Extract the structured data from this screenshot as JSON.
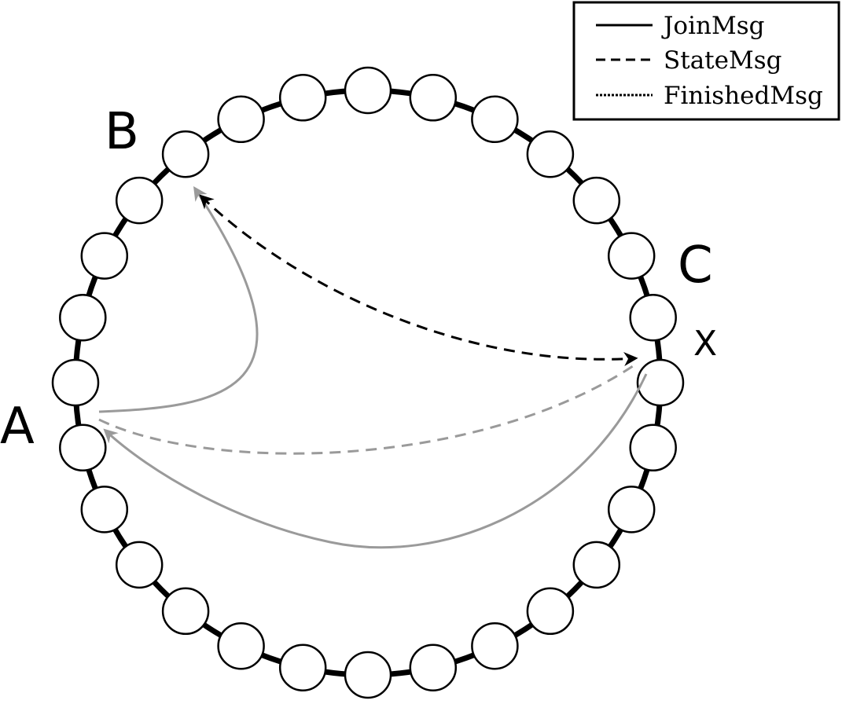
{
  "diagram": {
    "ring": {
      "node_count": 28
    },
    "labels": {
      "a": "A",
      "b": "B",
      "c": "C",
      "x": "X"
    },
    "legend": {
      "items": [
        {
          "label": "JoinMsg",
          "style": "solid"
        },
        {
          "label": "StateMsg",
          "style": "dashed"
        },
        {
          "label": "FinishedMsg",
          "style": "dotted"
        }
      ]
    },
    "colors": {
      "ring": "#000000",
      "node_fill": "#ffffff",
      "gray_arrow": "#9a9a9a",
      "black_arrow": "#000000"
    }
  }
}
